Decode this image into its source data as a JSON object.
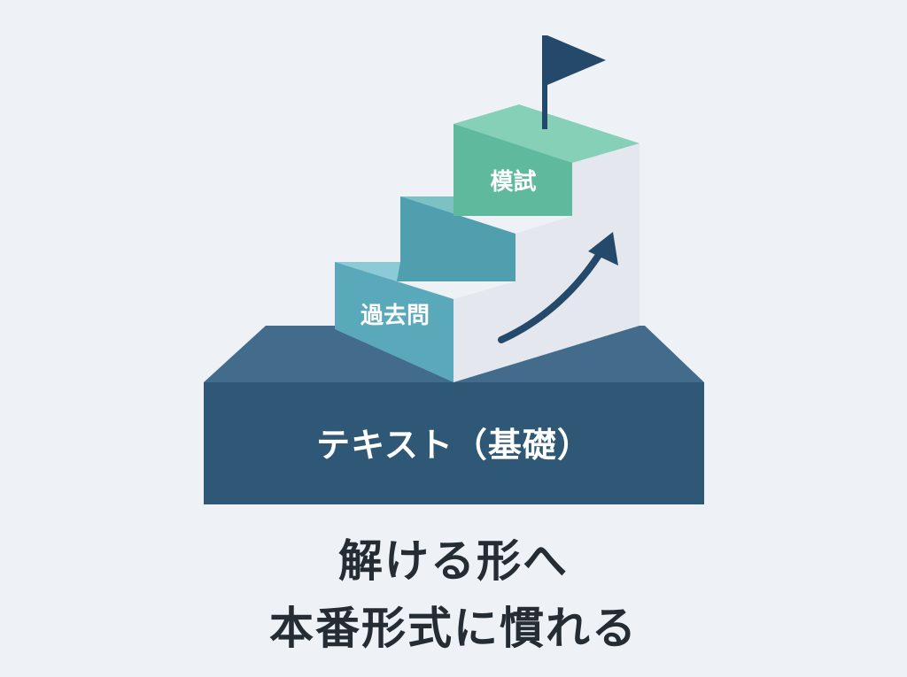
{
  "colors": {
    "background": "#eef2f6",
    "base_front": "#2f5876",
    "base_top": "#436b8c",
    "step1": "#6fb7c8",
    "step2": "#4fa0ad",
    "step3": "#65bfa3",
    "step_side": "#e4e8ee",
    "flag_arrow": "#25496a",
    "caption_text": "#262c33"
  },
  "icons": [
    "flag-icon",
    "up-arrow-icon"
  ],
  "diagram": {
    "base_label": "テキスト（基礎）",
    "steps": [
      {
        "label": "過去問"
      },
      {
        "label": ""
      },
      {
        "label": "模試"
      }
    ]
  },
  "caption": {
    "line1": "解ける形へ",
    "line2": "本番形式に慣れる"
  }
}
